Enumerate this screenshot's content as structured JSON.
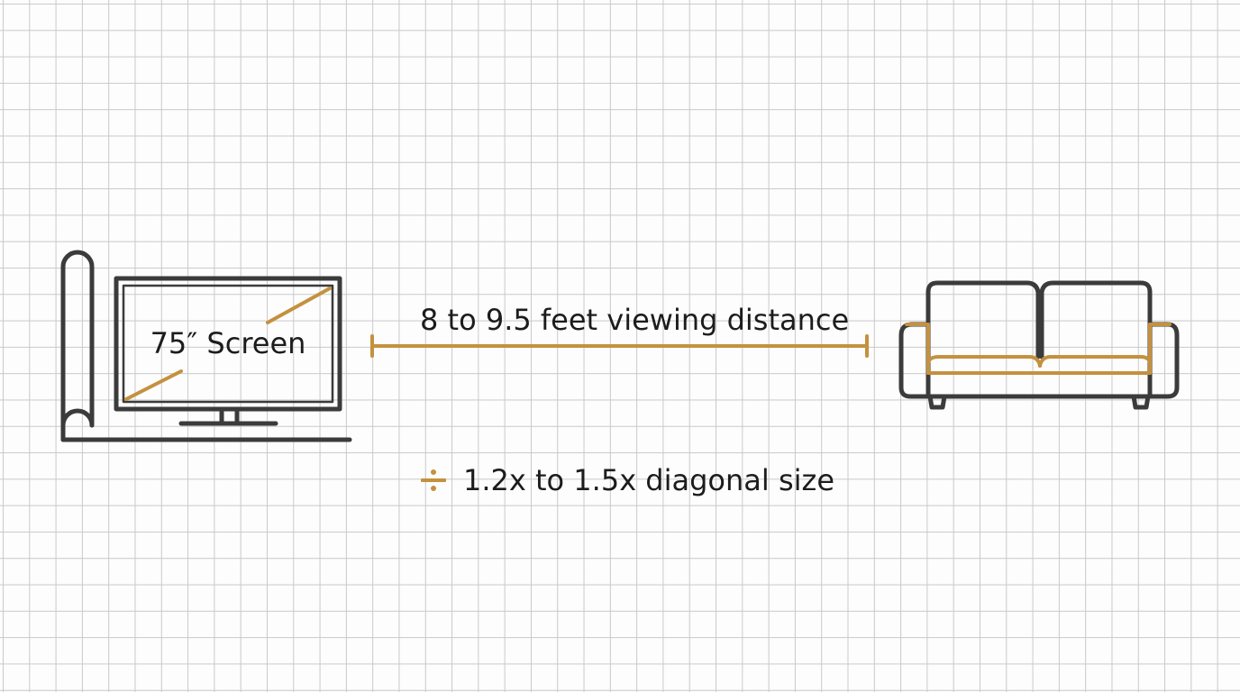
{
  "colors": {
    "line": "#3b3b3b",
    "accent": "#c4913f",
    "grid": "#c9c9c9",
    "background": "#fdfdfd"
  },
  "icons": [
    "wall-roll-icon",
    "tv-icon",
    "sofa-icon",
    "divide-icon"
  ],
  "tv": {
    "screen_label": "75″ Screen"
  },
  "distance": {
    "label": "8 to 9.5 feet viewing distance"
  },
  "ratio": {
    "label": "1.2x to 1.5x diagonal size"
  }
}
